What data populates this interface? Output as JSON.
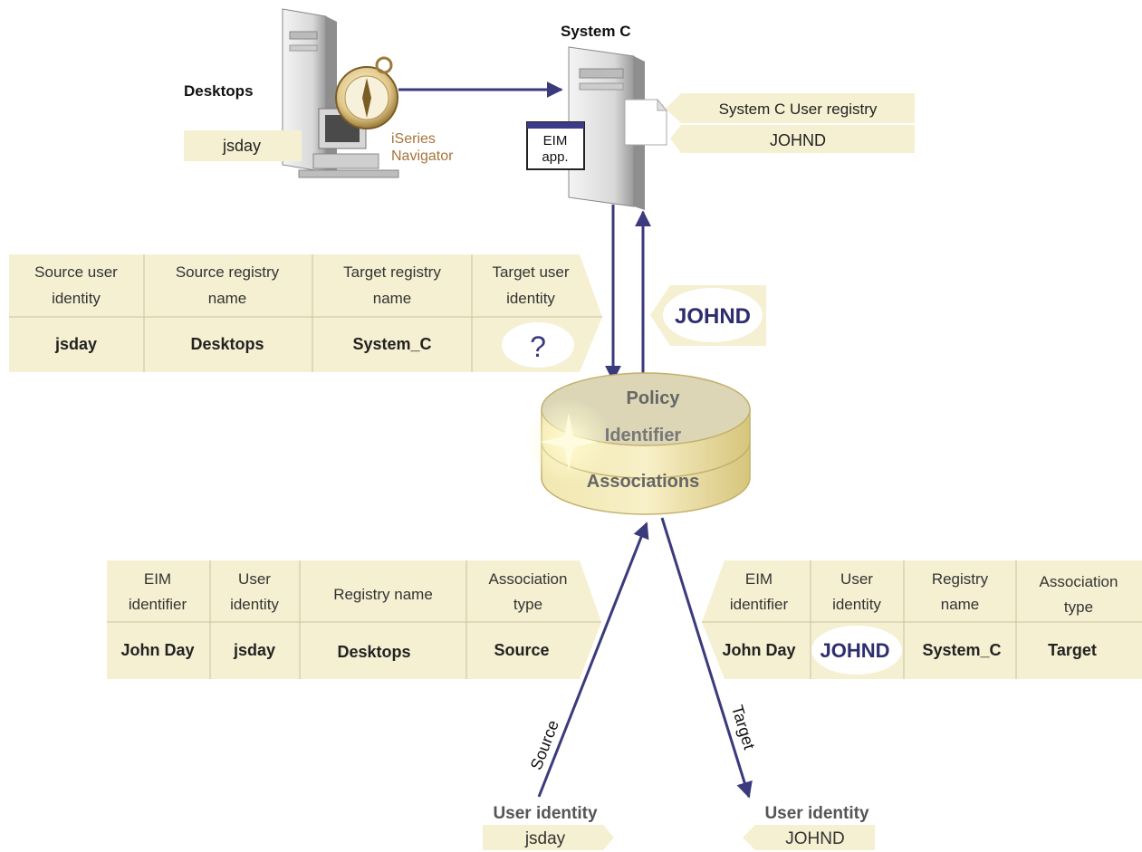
{
  "desktops": {
    "label": "Desktops",
    "user_id": "jsday",
    "app_name_line1": "iSeries",
    "app_name_line2": "Navigator"
  },
  "system_c": {
    "label": "System C",
    "app_line1": "EIM",
    "app_line2": "app.",
    "registry_title": "System C User registry",
    "registry_user": "JOHND"
  },
  "lookup_table": {
    "headers": [
      [
        "Source user",
        "identity"
      ],
      [
        "Source registry",
        "name"
      ],
      [
        "Target registry",
        "name"
      ],
      [
        "Target user",
        "identity"
      ]
    ],
    "row": [
      "jsday",
      "Desktops",
      "System_C",
      "?"
    ]
  },
  "returned_user": "JOHND",
  "database": {
    "lines": [
      "Policy",
      "Identifier",
      "Associations"
    ]
  },
  "source_assoc_table": {
    "headers": [
      [
        "EIM",
        "identifier"
      ],
      [
        "User",
        "identity"
      ],
      [
        "Registry name"
      ],
      [
        "Association",
        "type"
      ]
    ],
    "row": [
      "John Day",
      "jsday",
      "Desktops",
      "Source"
    ]
  },
  "target_assoc_table": {
    "headers": [
      [
        "EIM",
        "identifier"
      ],
      [
        "User",
        "identity"
      ],
      [
        "Registry",
        "name"
      ],
      [
        "Association",
        "type"
      ]
    ],
    "row": [
      "John Day",
      "JOHND",
      "System_C",
      "Target"
    ]
  },
  "source_arrow_label": "Source",
  "target_arrow_label": "Target",
  "source_user_box": {
    "title": "User identity",
    "value": "jsday"
  },
  "target_user_box": {
    "title": "User identity",
    "value": "JOHND"
  },
  "colors": {
    "panel_beige": "#f5f0d2",
    "arrow_navy": "#3a3a7c",
    "app_text_brown": "#a7743b",
    "db_gold": "#e8dc9a"
  }
}
